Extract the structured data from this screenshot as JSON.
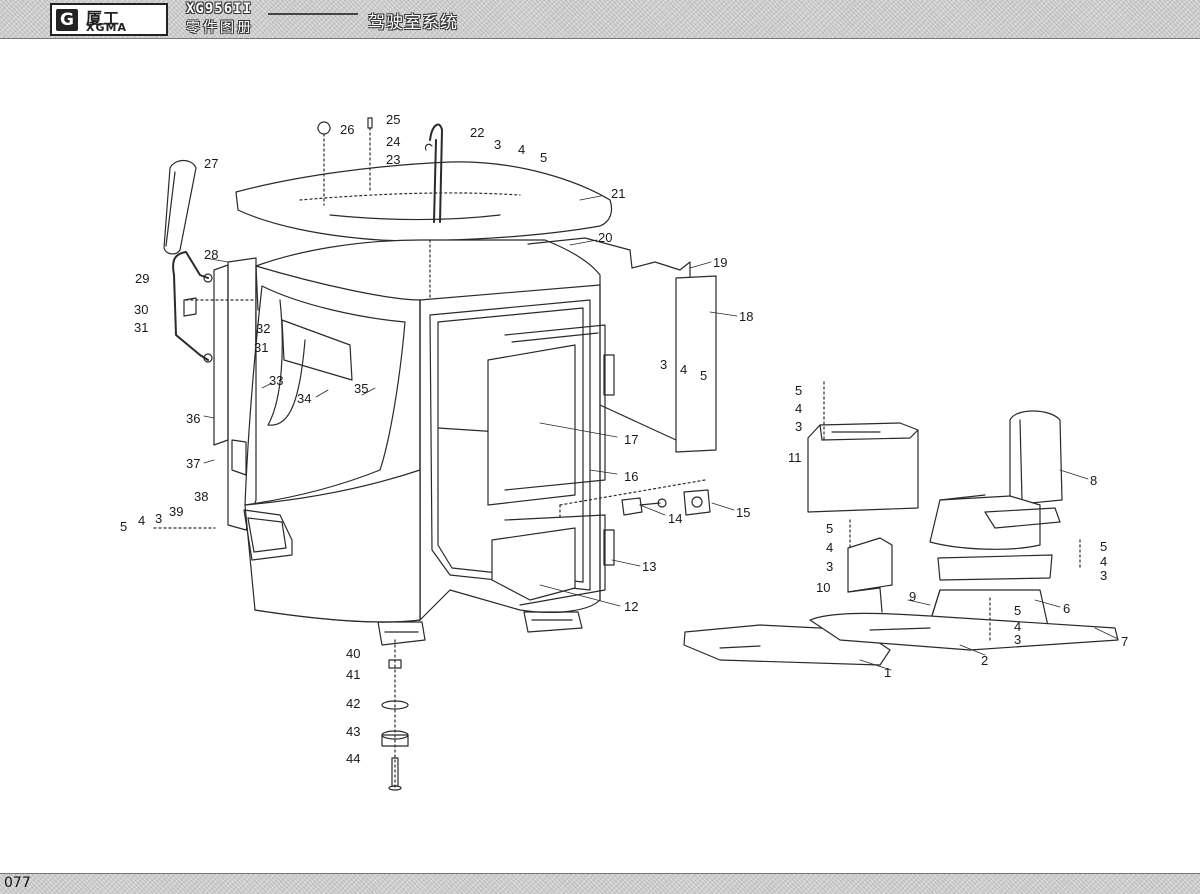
{
  "header": {
    "logo_mark": "G",
    "logo_cn": "厦工",
    "logo_en": "XGMA",
    "model": "XG956II",
    "manual_title": "零件图册",
    "section_title": "驾驶室系统"
  },
  "footer": {
    "page_number": "077"
  },
  "callouts": [
    {
      "id": "c-26a",
      "text": "26"
    },
    {
      "id": "c-25",
      "text": "25"
    },
    {
      "id": "c-24",
      "text": "24"
    },
    {
      "id": "c-23",
      "text": "23"
    },
    {
      "id": "c-22",
      "text": "22"
    },
    {
      "id": "c-3a",
      "text": "3"
    },
    {
      "id": "c-4a",
      "text": "4"
    },
    {
      "id": "c-5a",
      "text": "5"
    },
    {
      "id": "c-27",
      "text": "27"
    },
    {
      "id": "c-21",
      "text": "21"
    },
    {
      "id": "c-20",
      "text": "20"
    },
    {
      "id": "c-28",
      "text": "28"
    },
    {
      "id": "c-19",
      "text": "19"
    },
    {
      "id": "c-29",
      "text": "29"
    },
    {
      "id": "c-18",
      "text": "18"
    },
    {
      "id": "c-30",
      "text": "30"
    },
    {
      "id": "c-31a",
      "text": "31"
    },
    {
      "id": "c-32",
      "text": "32"
    },
    {
      "id": "c-31b",
      "text": "31"
    },
    {
      "id": "c-3b",
      "text": "3"
    },
    {
      "id": "c-4b",
      "text": "4"
    },
    {
      "id": "c-5b",
      "text": "5"
    },
    {
      "id": "c-33",
      "text": "33"
    },
    {
      "id": "c-35",
      "text": "35"
    },
    {
      "id": "c-34",
      "text": "34"
    },
    {
      "id": "c-36",
      "text": "36"
    },
    {
      "id": "c-17",
      "text": "17"
    },
    {
      "id": "c-37",
      "text": "37"
    },
    {
      "id": "c-16",
      "text": "16"
    },
    {
      "id": "c-38",
      "text": "38"
    },
    {
      "id": "c-14",
      "text": "14"
    },
    {
      "id": "c-15",
      "text": "15"
    },
    {
      "id": "c-39",
      "text": "39"
    },
    {
      "id": "c-5c",
      "text": "5"
    },
    {
      "id": "c-4c",
      "text": "4"
    },
    {
      "id": "c-3c",
      "text": "3"
    },
    {
      "id": "c-13",
      "text": "13"
    },
    {
      "id": "c-12",
      "text": "12"
    },
    {
      "id": "c-40",
      "text": "40"
    },
    {
      "id": "c-41",
      "text": "41"
    },
    {
      "id": "c-42",
      "text": "42"
    },
    {
      "id": "c-43",
      "text": "43"
    },
    {
      "id": "c-44",
      "text": "44"
    },
    {
      "id": "c-5d",
      "text": "5"
    },
    {
      "id": "c-4d",
      "text": "4"
    },
    {
      "id": "c-3d",
      "text": "3"
    },
    {
      "id": "c-11",
      "text": "11"
    },
    {
      "id": "c-8",
      "text": "8"
    },
    {
      "id": "c-5e",
      "text": "5"
    },
    {
      "id": "c-4e",
      "text": "4"
    },
    {
      "id": "c-3e",
      "text": "3"
    },
    {
      "id": "c-5f",
      "text": "5"
    },
    {
      "id": "c-4f",
      "text": "4"
    },
    {
      "id": "c-3f",
      "text": "3"
    },
    {
      "id": "c-10",
      "text": "10"
    },
    {
      "id": "c-9",
      "text": "9"
    },
    {
      "id": "c-5g",
      "text": "5"
    },
    {
      "id": "c-6",
      "text": "6"
    },
    {
      "id": "c-4g",
      "text": "4"
    },
    {
      "id": "c-3g",
      "text": "3"
    },
    {
      "id": "c-7",
      "text": "7"
    },
    {
      "id": "c-2",
      "text": "2"
    },
    {
      "id": "c-1",
      "text": "1"
    }
  ]
}
